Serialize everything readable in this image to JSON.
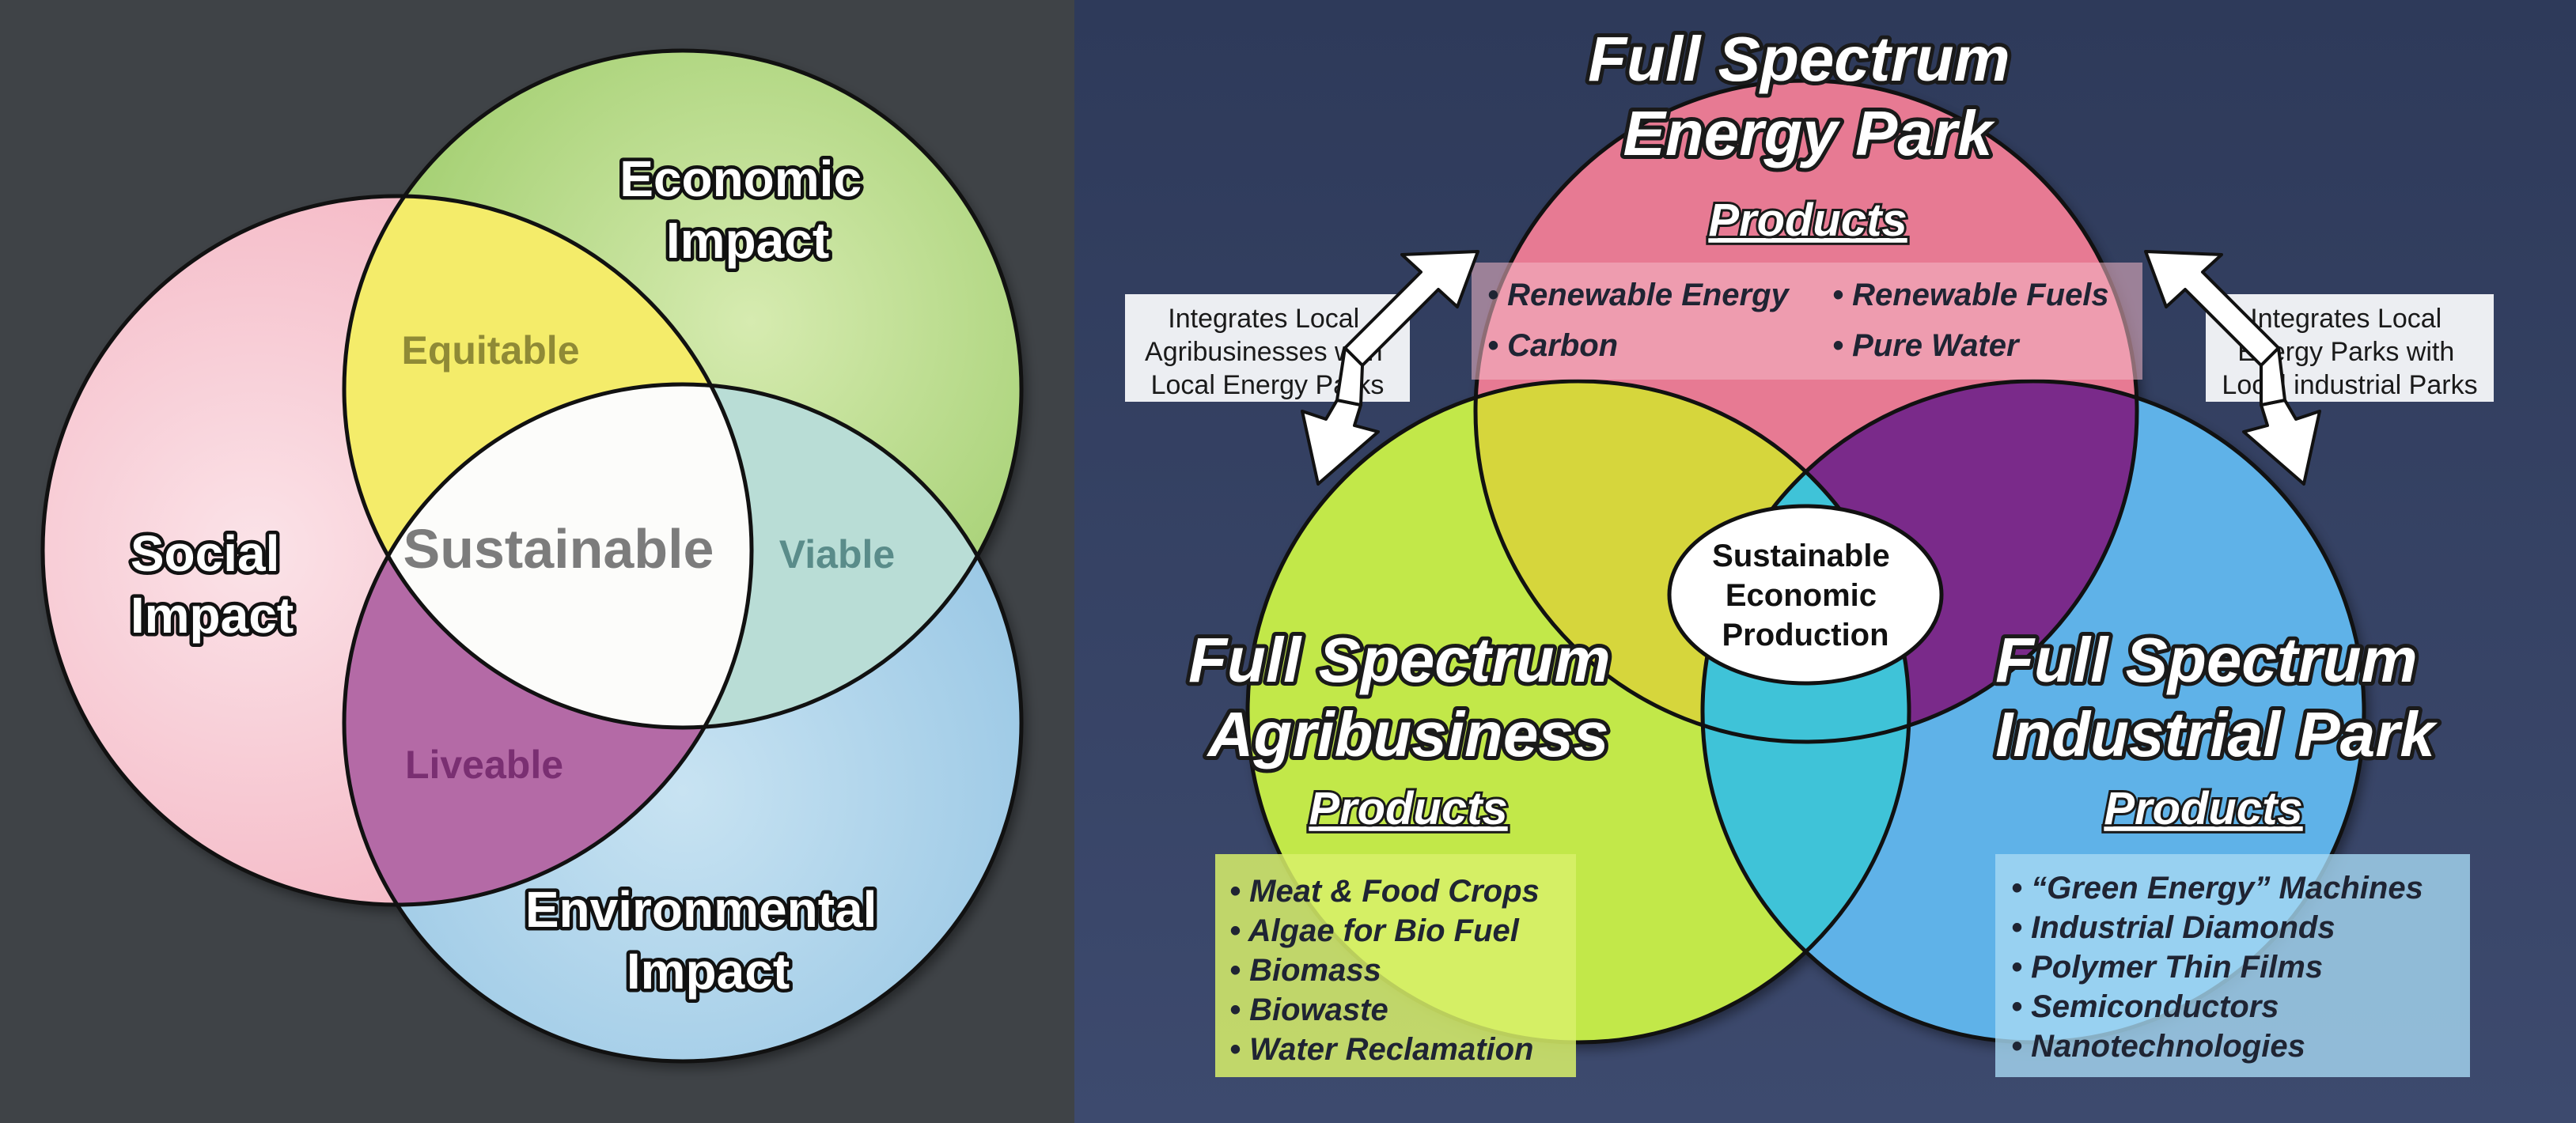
{
  "left_diagram": {
    "circles": {
      "social": "Social\nImpact",
      "economic": "Economic\nImpact",
      "environmental": "Environmental\nImpact"
    },
    "overlaps": {
      "equitable": "Equitable",
      "viable": "Viable",
      "liveable": "Liveable",
      "center": "Sustainable"
    }
  },
  "right_diagram": {
    "energy": {
      "title_line1": "Full Spectrum",
      "title_line2": "Energy Park",
      "products_label": "Products",
      "items": [
        "• Renewable Energy",
        "• Renewable Fuels",
        "• Carbon",
        "• Pure Water"
      ]
    },
    "agri": {
      "title_line1": "Full Spectrum",
      "title_line2": "Agribusiness",
      "products_label": "Products",
      "items": [
        "• Meat & Food Crops",
        "• Algae for Bio Fuel",
        "• Biomass",
        "• Biowaste",
        "• Water Reclamation"
      ]
    },
    "industrial": {
      "title_line1": "Full Spectrum",
      "title_line2": "Industrial Park",
      "products_label": "Products",
      "items": [
        "• “Green Energy” Machines",
        "• Industrial Diamonds",
        "• Polymer Thin Films",
        "• Semiconductors",
        "• Nanotechnologies"
      ]
    },
    "center": [
      "Sustainable",
      "Economic",
      "Production"
    ],
    "left_note": [
      "Integrates Local",
      "Agribusinesses with",
      "Local Energy Parks"
    ],
    "right_note": [
      "Integrates Local",
      "Energy Parks with",
      "Local industrial Parks"
    ]
  },
  "colors": {
    "left_bg": "#3f4347",
    "right_bg": "#2e3a5c",
    "social": "#f7c3cf",
    "economic": "#b9d98a",
    "environmental": "#a9d2ea",
    "equitable": "#f4ec6a",
    "liveable": "#b46aa6",
    "viable": "#b9ddd6",
    "energy": "#e77a93",
    "agri": "#c2e84a",
    "industrial": "#5fb2e8"
  }
}
